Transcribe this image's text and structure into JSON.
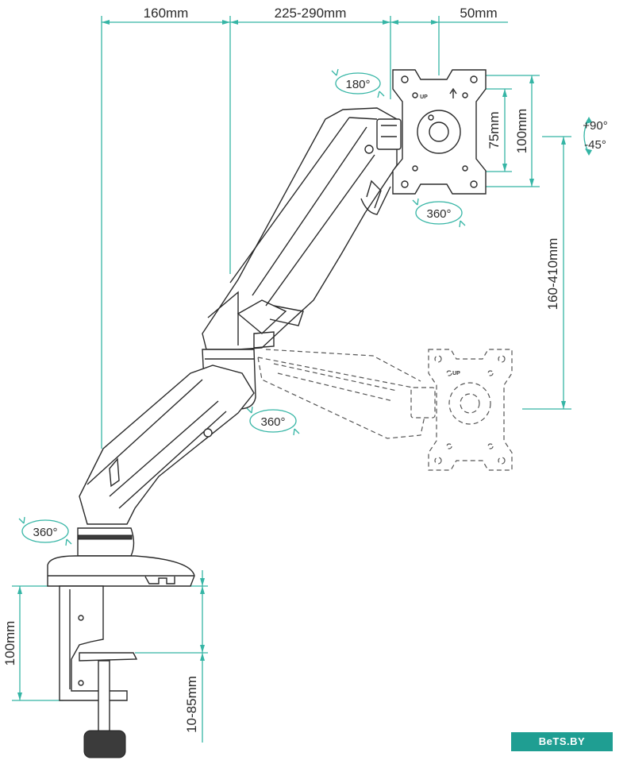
{
  "dimensions": {
    "top_arm_reach": "160mm",
    "top_extension": "225-290mm",
    "top_vesa_offset": "50mm",
    "vesa_small": "75mm",
    "vesa_large": "100mm",
    "height_range": "160-410mm",
    "clamp_height": "100mm",
    "desk_thickness": "10-85mm"
  },
  "rotations": {
    "head_rotate": "180°",
    "tilt_up": "+90°",
    "tilt_down": "-45°",
    "plate_rotate": "360°",
    "elbow_rotate": "360°",
    "base_rotate": "360°"
  },
  "labels": {
    "up_mark": "UP",
    "up_mark_ghost": "UP"
  },
  "watermark": {
    "text": "BeTS.BY"
  },
  "colors": {
    "accent": "#35b5a5",
    "line": "#2a2a2a",
    "watermark_bg": "#1f9e92"
  }
}
